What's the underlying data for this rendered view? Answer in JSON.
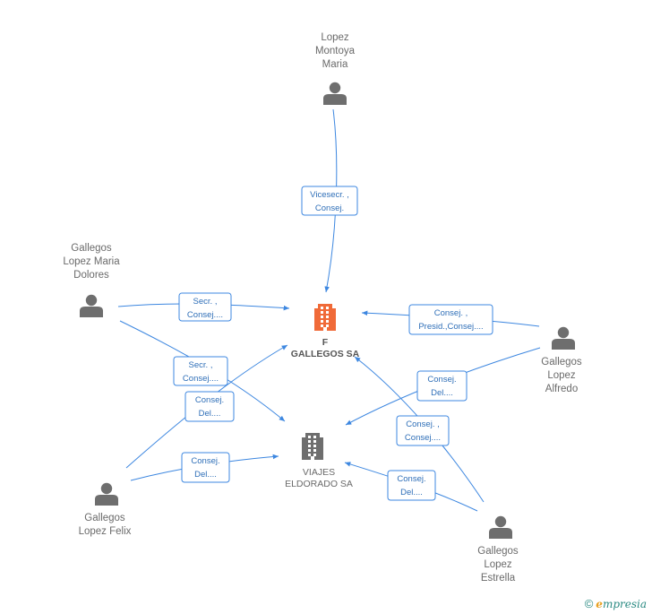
{
  "nodes": {
    "montoya": {
      "kind": "person",
      "lines": [
        "Lopez",
        "Montoya",
        "Maria"
      ]
    },
    "dolores": {
      "kind": "person",
      "lines": [
        "Gallegos",
        "Lopez Maria",
        "Dolores"
      ]
    },
    "alfredo": {
      "kind": "person",
      "lines": [
        "Gallegos",
        "Lopez",
        "Alfredo"
      ]
    },
    "felix": {
      "kind": "person",
      "lines": [
        "Gallegos",
        "Lopez Felix"
      ]
    },
    "estrella": {
      "kind": "person",
      "lines": [
        "Gallegos",
        "Lopez",
        "Estrella"
      ]
    },
    "fgallegos": {
      "kind": "company",
      "highlight": true,
      "color": "#f06a38",
      "lines": [
        "F",
        "GALLEGOS SA"
      ]
    },
    "viajes": {
      "kind": "company",
      "highlight": false,
      "color": "#6e6e6e",
      "lines": [
        "VIAJES",
        "ELDORADO SA"
      ]
    }
  },
  "edges": [
    {
      "id": "montoya-fgallegos",
      "label": [
        "Vicesecr. ,",
        "Consej."
      ]
    },
    {
      "id": "dolores-fgallegos",
      "label": [
        "Secr. ,",
        "Consej...."
      ]
    },
    {
      "id": "dolores-viajes",
      "label": [
        "Secr. ,",
        "Consej...."
      ]
    },
    {
      "id": "alfredo-fgallegos",
      "label": [
        "Consej. ,",
        "Presid.,Consej...."
      ]
    },
    {
      "id": "alfredo-viajes",
      "label": [
        "Consej.",
        "Del...."
      ]
    },
    {
      "id": "felix-fgallegos",
      "label": [
        "Consej.",
        "Del...."
      ]
    },
    {
      "id": "felix-viajes",
      "label": [
        "Consej.",
        "Del...."
      ]
    },
    {
      "id": "estrella-fgallegos",
      "label": [
        "Consej. ,",
        "Consej...."
      ]
    },
    {
      "id": "estrella-viajes",
      "label": [
        "Consej.",
        "Del...."
      ]
    }
  ],
  "footer": {
    "copyright": "©",
    "brand_initial": "e",
    "brand_rest": "mpresia"
  },
  "colors": {
    "edge": "#3d87e0",
    "label_text": "#2f6fb8",
    "person": "#6e6e6e",
    "highlight": "#f06a38"
  }
}
